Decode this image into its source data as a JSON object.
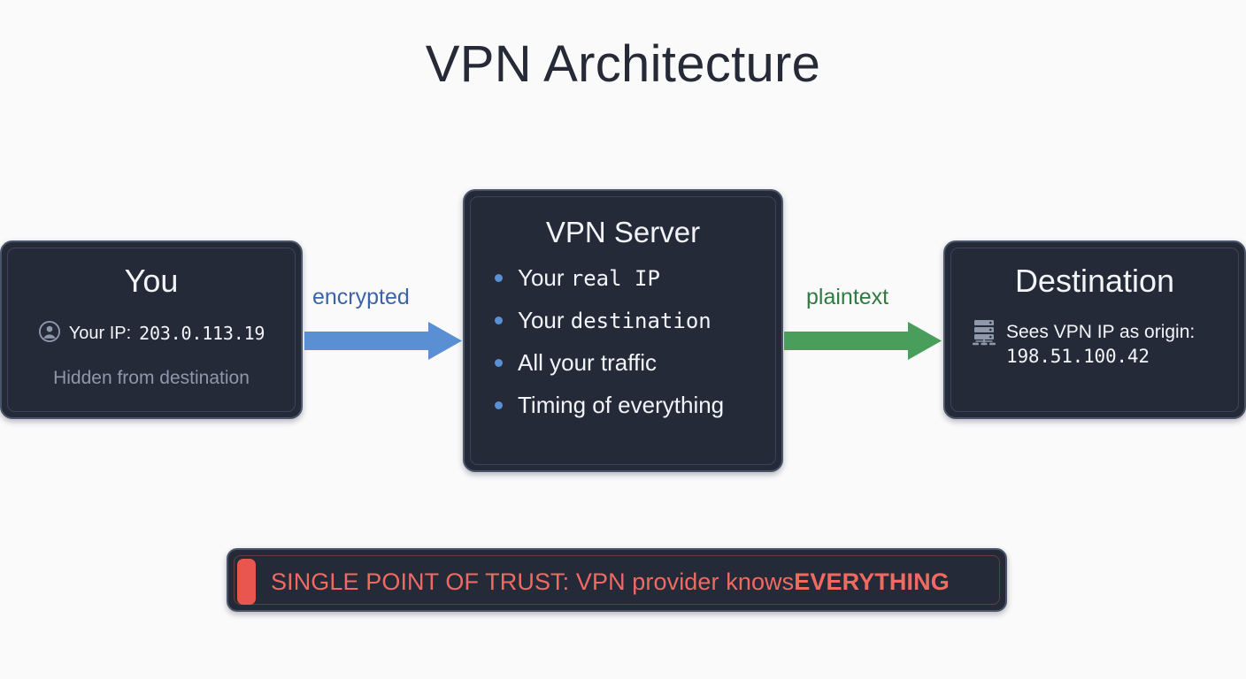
{
  "page": {
    "title": "VPN Architecture",
    "background_color": "#fafafb"
  },
  "colors": {
    "node_fill": "#242a38",
    "node_border": "#4b5569",
    "text_primary": "#f2f4f8",
    "text_muted": "#8f98a9",
    "encrypted_blue": "#5b8fd4",
    "plaintext_green": "#4a9e5c",
    "warning_red": "#ef6b62",
    "warning_bar": "#e8564f",
    "title_color": "#252a36"
  },
  "nodes": {
    "you": {
      "title": "You",
      "icon": "person-icon",
      "ip_label": "Your IP:",
      "ip_value": "203.0.113.19",
      "subtext": "Hidden from destination"
    },
    "vpn_server": {
      "title": "VPN Server",
      "bullets": [
        {
          "prefix": "Your",
          "mono": "real IP"
        },
        {
          "prefix": "Your",
          "mono": "destination"
        },
        {
          "prefix": "All your traffic",
          "mono": ""
        },
        {
          "prefix": "Timing of everything",
          "mono": ""
        }
      ]
    },
    "destination": {
      "title": "Destination",
      "icon": "server-icon",
      "line1": "Sees VPN IP as origin:",
      "ip_value": "198.51.100.42"
    }
  },
  "flows": [
    {
      "id": "encrypted",
      "label": "encrypted",
      "color": "#5b8fd4",
      "from": "you",
      "to": "vpn_server"
    },
    {
      "id": "plaintext",
      "label": "plaintext",
      "color": "#4a9e5c",
      "from": "vpn_server",
      "to": "destination"
    }
  ],
  "warning": {
    "prefix": "SINGLE POINT OF TRUST: VPN provider knows ",
    "emphasis": "EVERYTHING"
  }
}
